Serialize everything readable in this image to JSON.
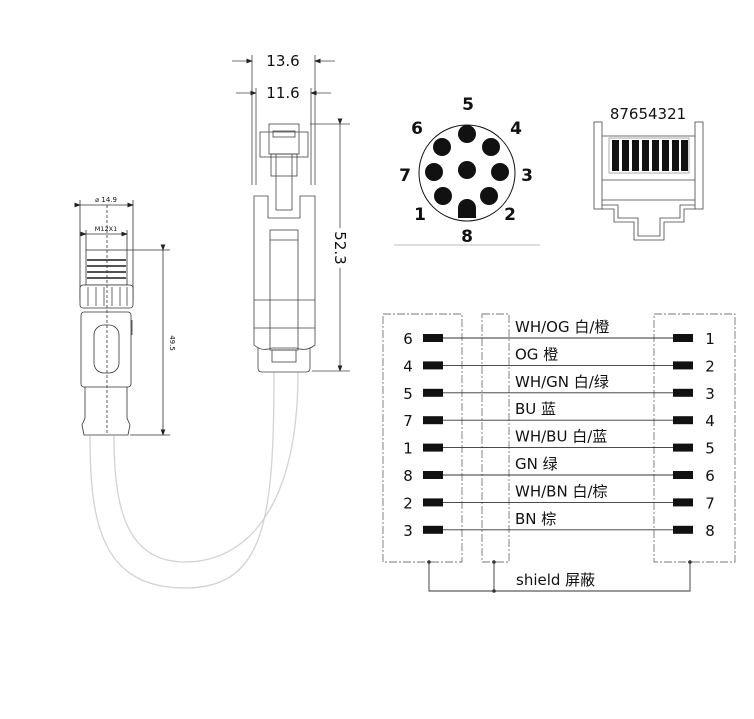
{
  "m12_connector": {
    "diameter_label": "⌀ 14.9",
    "thread_label": "M12X1",
    "length_label": "49.5"
  },
  "rj45_side": {
    "outer_width_label": "13.6",
    "inner_width_label": "11.6",
    "length_label": "52.3"
  },
  "m12_pin_face": {
    "pin_labels": [
      "1",
      "2",
      "3",
      "4",
      "5",
      "6",
      "7",
      "8"
    ]
  },
  "rj45_front": {
    "contact_order_label": "87654321"
  },
  "wiring": {
    "rows": [
      {
        "left_pin": "6",
        "wire": "WH/OG 白/橙",
        "right_pin": "1"
      },
      {
        "left_pin": "4",
        "wire": "OG 橙",
        "right_pin": "2"
      },
      {
        "left_pin": "5",
        "wire": "WH/GN 白/绿",
        "right_pin": "3"
      },
      {
        "left_pin": "7",
        "wire": "BU 蓝",
        "right_pin": "4"
      },
      {
        "left_pin": "1",
        "wire": "WH/BU 白/蓝",
        "right_pin": "5"
      },
      {
        "left_pin": "8",
        "wire": "GN 绿",
        "right_pin": "6"
      },
      {
        "left_pin": "2",
        "wire": "WH/BN 白/棕",
        "right_pin": "7"
      },
      {
        "left_pin": "3",
        "wire": "BN 棕",
        "right_pin": "8"
      }
    ],
    "shield_label": "shield 屏蔽"
  }
}
